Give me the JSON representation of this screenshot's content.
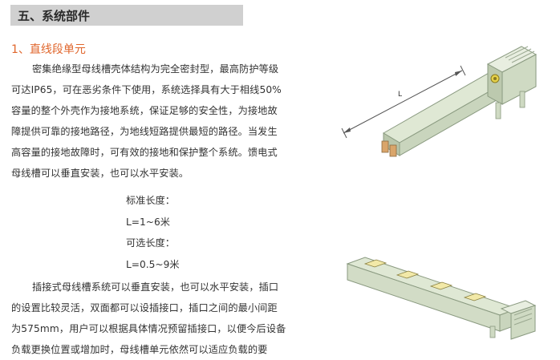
{
  "section": {
    "title": "五、系统部件"
  },
  "subheading": "1、直线段单元",
  "paragraph1": [
    "密集绝缘型母线槽壳体结构为完全密封型，最高防护等级",
    "可达IP65，可在恶劣条件下使用，系统选择具有大于相线50%",
    "容量的整个外壳作为接地系统，保证足够的安全性，为接地故",
    "障提供可靠的接地路径，为地线短路提供最短的路径。当发生",
    "高容量的接地故障时，可有效的接地和保护整个系统。馈电式",
    "母线槽可以垂直安装，也可以水平安装。"
  ],
  "spec": {
    "standard_label": "标准长度：",
    "standard_value": "L=1~6米",
    "optional_label": "可选长度：",
    "optional_value": "L=0.5~9米"
  },
  "paragraph2": [
    "插接式母线槽系统可以垂直安装，也可以水平安装，插口",
    "的设置比较灵活，双面都可以设插接口，插口之间的最小间距",
    "为575mm，用户可以根据具体情况预留插接口，以便今后设备",
    "负载更换位置或增加时，母线槽单元依然可以适应负载的要"
  ],
  "figure1": {
    "dimension_label": "L"
  }
}
